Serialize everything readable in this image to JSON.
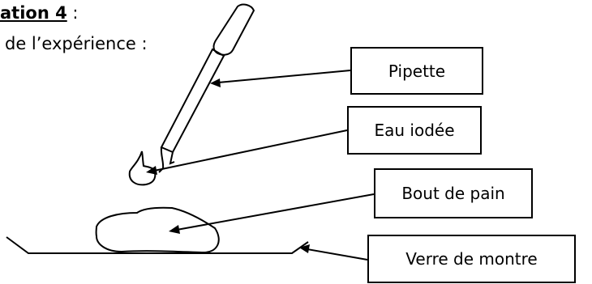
{
  "heading": {
    "title": "ation 4",
    "suffix": " :"
  },
  "subheading": "de l’expérience :",
  "labels": {
    "pipette": "Pipette",
    "eau": "Eau iodée",
    "pain": "Bout de pain",
    "verre": "Verre de montre"
  }
}
